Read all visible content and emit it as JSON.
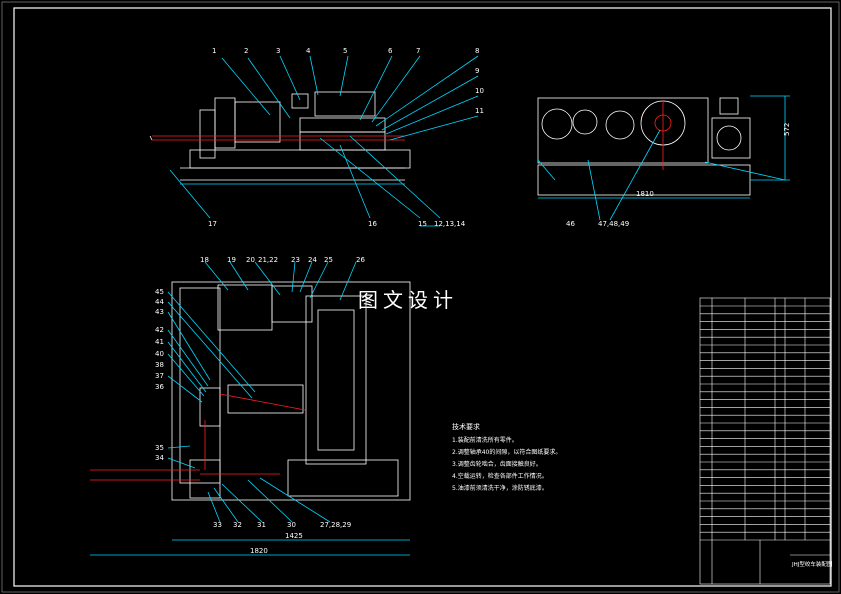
{
  "colors": {
    "background": "#000000",
    "outline": "#ffffff",
    "leader": "#00d8ff",
    "shaft": "#ff2020"
  },
  "watermark": "图文设计",
  "front_view": {
    "part_labels_top": [
      "1",
      "2",
      "3",
      "4",
      "5",
      "6",
      "7",
      "8",
      "9",
      "10",
      "11"
    ],
    "part_labels_bottom": [
      "17",
      "16",
      "15",
      "12,13,14"
    ]
  },
  "side_view": {
    "part_labels": [
      "46",
      "47,48,49"
    ],
    "width_dim": "1810",
    "height_dim": "572"
  },
  "plan_view": {
    "part_labels_top": [
      "18",
      "19",
      "20",
      "21,22",
      "23",
      "24",
      "25",
      "26"
    ],
    "part_labels_left": [
      "45",
      "44",
      "43",
      "42",
      "41",
      "40",
      "38",
      "37",
      "36",
      "35",
      "34"
    ],
    "part_labels_bottom": [
      "33",
      "32",
      "31",
      "30",
      "27,28,29"
    ],
    "inner_dim": "1425",
    "overall_dim": "1820"
  },
  "tech_notes": {
    "title": "技术要求",
    "items": [
      "1.装配前清洗所有零件。",
      "2.调整轴承40的间隙，以符合图纸要求。",
      "3.调整齿轮啮合，齿面接触良好。",
      "4.空载运转，检查各部件工作情况。",
      "5.油漆前须清洗干净，涂防锈底漆。"
    ]
  },
  "title_block": {
    "drawing_title": "JHJ型绞车装配图"
  }
}
